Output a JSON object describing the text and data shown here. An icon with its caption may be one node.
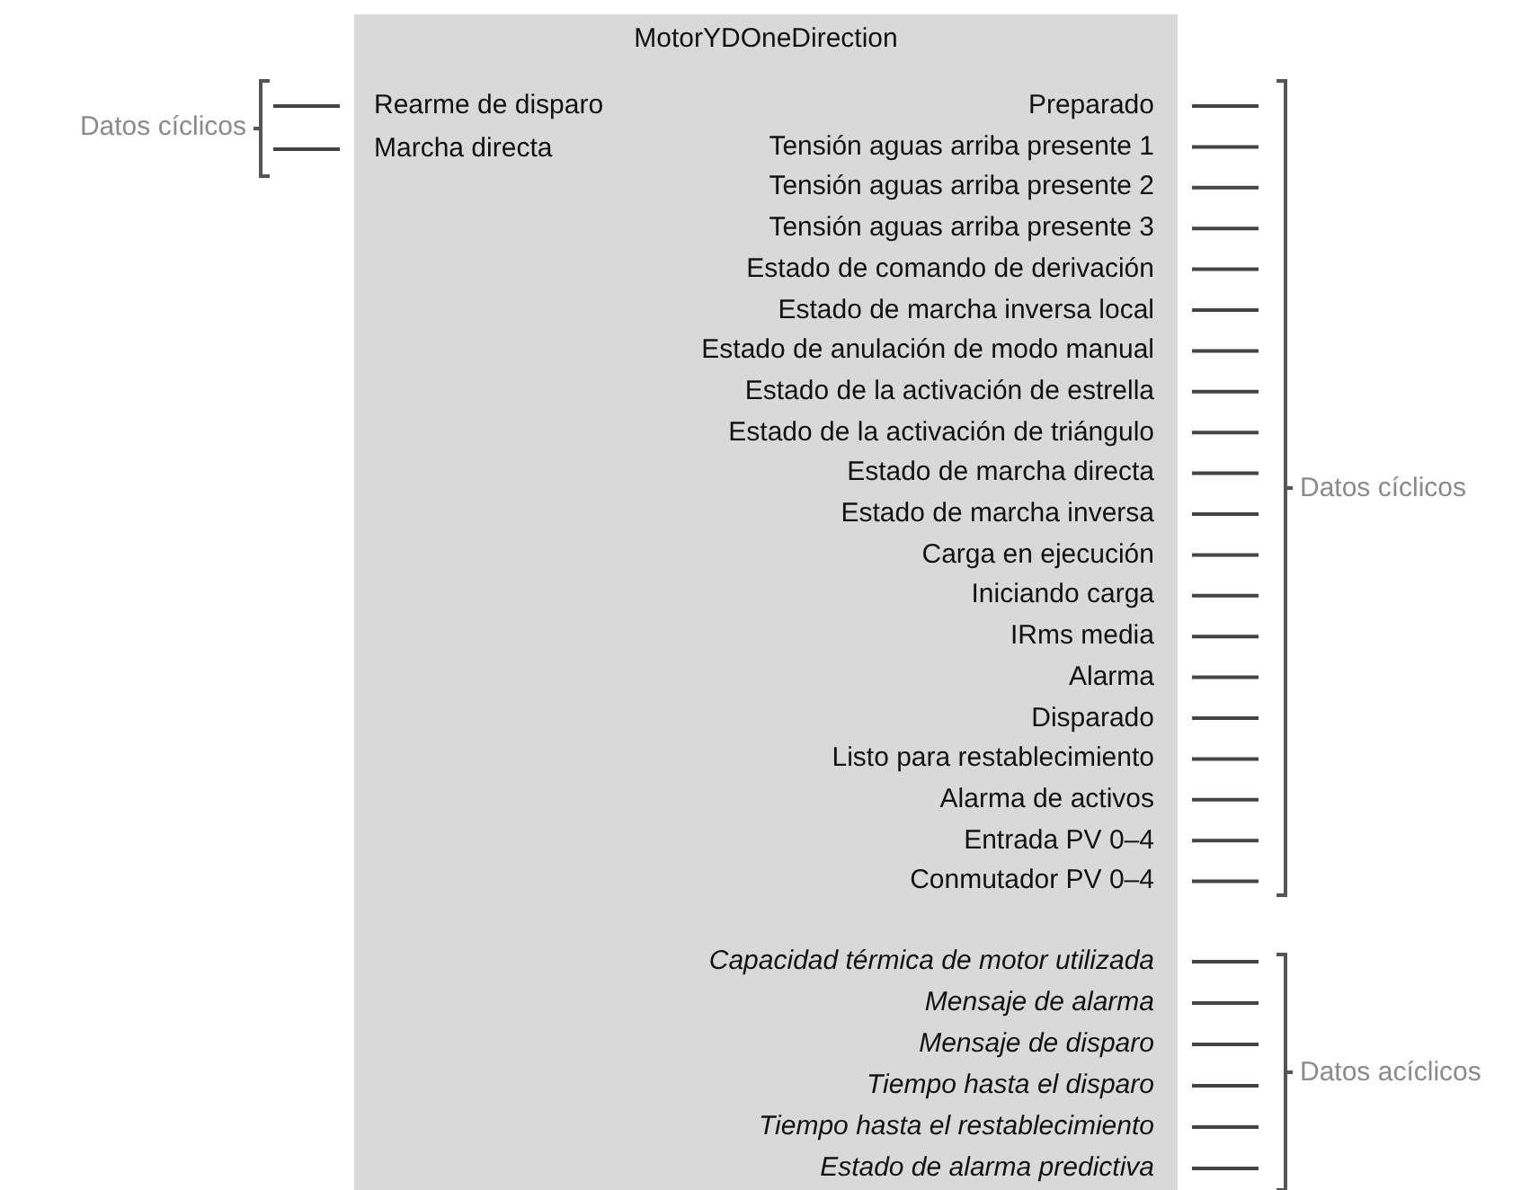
{
  "diagram": {
    "nodes": [
      {
        "text": [
          "MotorYDOneDirection"
        ]
      },
      {
        "text": [
          "Rearme de disparo"
        ],
        "in": 0
      },
      {
        "text": [
          "Marcha directa"
        ],
        "in": 0
      },
      {
        "text": [
          "Preparado"
        ],
        "in": 0
      },
      {
        "text": [
          "Tensión aguas arriba presente 1"
        ],
        "in": 0
      },
      {
        "text": [
          "Tensión aguas arriba presente 2"
        ],
        "in": 0
      },
      {
        "text": [
          "Tensión aguas arriba presente 3"
        ],
        "in": 0
      },
      {
        "text": [
          "Estado de comando de derivación"
        ],
        "in": 0
      },
      {
        "text": [
          "Estado de marcha inversa local"
        ],
        "in": 0
      },
      {
        "text": [
          "Estado de anulación de modo manual"
        ],
        "in": 0
      },
      {
        "text": [
          "Estado de la activación de estrella"
        ],
        "in": 0
      },
      {
        "text": [
          "Estado de la activación de triángulo"
        ],
        "in": 0
      },
      {
        "text": [
          "Estado de marcha directa"
        ],
        "in": 0
      },
      {
        "text": [
          "Estado de marcha inversa"
        ],
        "in": 0
      },
      {
        "text": [
          "Carga en ejecución"
        ],
        "in": 0
      },
      {
        "text": [
          "Iniciando carga"
        ],
        "in": 0
      },
      {
        "text": [
          "IRms media"
        ],
        "in": 0
      },
      {
        "text": [
          "Alarma"
        ],
        "in": 0
      },
      {
        "text": [
          "Disparado"
        ],
        "in": 0
      },
      {
        "text": [
          "Listo para restablecimiento"
        ],
        "in": 0
      },
      {
        "text": [
          "Alarma de activos"
        ],
        "in": 0
      },
      {
        "text": [
          "Entrada PV 0–4"
        ],
        "in": 0
      },
      {
        "text": [
          "Conmutador PV 0–4"
        ],
        "in": 0
      },
      {
        "text": [
          "Capacidad térmica de motor utilizada"
        ],
        "in": 0
      },
      {
        "text": [
          "Mensaje de alarma"
        ],
        "in": 0
      },
      {
        "text": [
          "Mensaje de disparo"
        ],
        "in": 0
      },
      {
        "text": [
          "Tiempo hasta el disparo"
        ],
        "in": 0
      },
      {
        "text": [
          "Tiempo hasta el restablecimiento"
        ],
        "in": 0
      },
      {
        "text": [
          "Estado de alarma predictiva"
        ],
        "in": 0
      }
    ],
    "edges": [
      {
        "from": null,
        "to": 1,
        "arrow": "none"
      },
      {
        "from": null,
        "to": 2,
        "arrow": "none"
      },
      {
        "from": 3,
        "to": null,
        "arrow": "none"
      },
      {
        "from": 4,
        "to": null,
        "arrow": "none"
      },
      {
        "from": 5,
        "to": null,
        "arrow": "none"
      },
      {
        "from": 6,
        "to": null,
        "arrow": "none"
      },
      {
        "from": 7,
        "to": null,
        "arrow": "none"
      },
      {
        "from": 8,
        "to": null,
        "arrow": "none"
      },
      {
        "from": 9,
        "to": null,
        "arrow": "none"
      },
      {
        "from": 10,
        "to": null,
        "arrow": "none"
      },
      {
        "from": 11,
        "to": null,
        "arrow": "none"
      },
      {
        "from": 12,
        "to": null,
        "arrow": "none"
      },
      {
        "from": 13,
        "to": null,
        "arrow": "none"
      },
      {
        "from": 14,
        "to": null,
        "arrow": "none"
      },
      {
        "from": 15,
        "to": null,
        "arrow": "none"
      },
      {
        "from": 16,
        "to": null,
        "arrow": "none"
      },
      {
        "from": 17,
        "to": null,
        "arrow": "none"
      },
      {
        "from": 18,
        "to": null,
        "arrow": "none"
      },
      {
        "from": 19,
        "to": null,
        "arrow": "none"
      },
      {
        "from": 20,
        "to": null,
        "arrow": "none"
      },
      {
        "from": 21,
        "to": null,
        "arrow": "none"
      },
      {
        "from": 22,
        "to": null,
        "arrow": "none"
      },
      {
        "from": 23,
        "to": null,
        "arrow": "none"
      },
      {
        "from": 24,
        "to": null,
        "arrow": "none"
      },
      {
        "from": 25,
        "to": null,
        "arrow": "none"
      },
      {
        "from": 26,
        "to": null,
        "arrow": "none"
      },
      {
        "from": 27,
        "to": null,
        "arrow": "none"
      },
      {
        "from": 28,
        "to": null,
        "arrow": "none"
      }
    ],
    "labels": [
      "Datos cíclicos",
      "Datos cíclicos",
      "Datos acíclicos"
    ]
  }
}
